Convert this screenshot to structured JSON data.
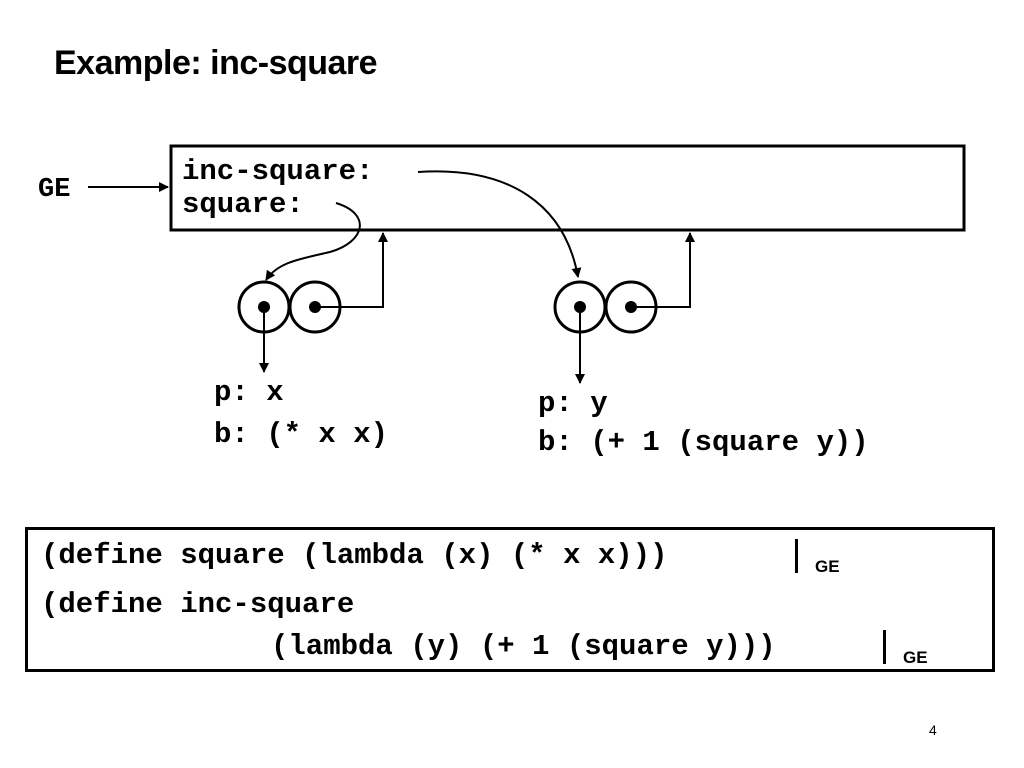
{
  "slide": {
    "title": "Example: inc-square",
    "page_number": "4"
  },
  "global_env": {
    "label": "GE",
    "bindings": [
      "inc-square:",
      "square:"
    ]
  },
  "procedures": [
    {
      "params": "p: x",
      "body": "b: (* x x)"
    },
    {
      "params": "p: y",
      "body": "b: (+ 1 (square y))"
    }
  ],
  "code": {
    "line1": "(define square (lambda (x) (* x x)))",
    "line2": "(define inc-square",
    "line3": "(lambda (y) (+ 1 (square y)))",
    "env_label_1": "GE",
    "env_label_2": "GE"
  }
}
